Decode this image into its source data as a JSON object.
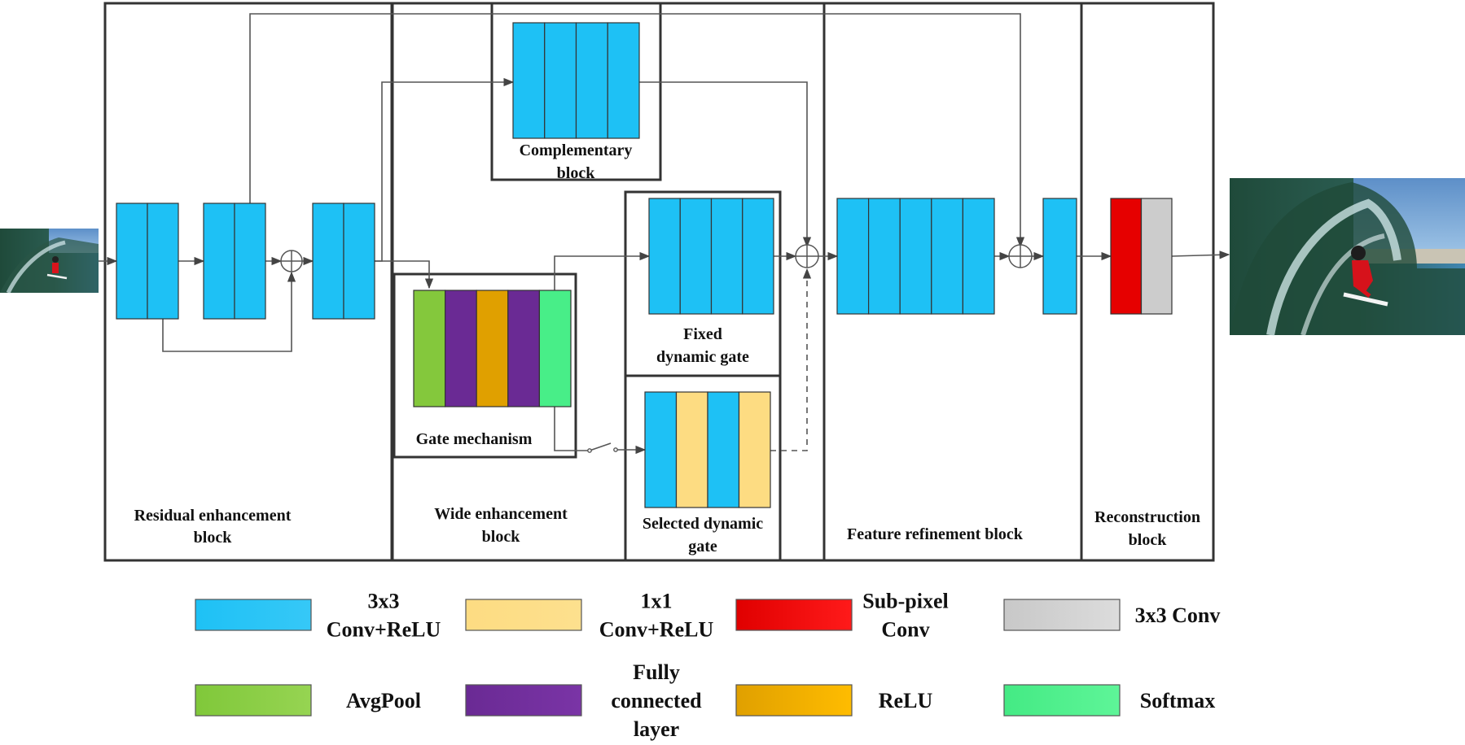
{
  "blocks": {
    "residual_1": "Residual enhancement",
    "residual_2": "block",
    "wide_1": "Wide enhancement",
    "wide_2": "block",
    "complementary_1": "Complementary",
    "complementary_2": "block",
    "fixed_1": "Fixed",
    "fixed_2": "dynamic gate",
    "gate": "Gate mechanism",
    "selected_1": "Selected dynamic",
    "selected_2": "gate",
    "refine": "Feature refinement block",
    "recon_1": "Reconstruction",
    "recon_2": "block"
  },
  "legend": [
    {
      "lines": [
        "3x3",
        "Conv+ReLU"
      ],
      "color": "#1ec1f5",
      "color_end": "#36c8f7"
    },
    {
      "lines": [
        "1x1",
        "Conv+ReLU"
      ],
      "color": "#fddc82",
      "color_end": "#fde08e"
    },
    {
      "lines": [
        "Sub-pixel",
        "Conv"
      ],
      "color": "#e00000",
      "color_end": "#ff1a1a"
    },
    {
      "lines": [
        "3x3 Conv"
      ],
      "color": "#c8c8c8",
      "color_end": "#dcdcdc"
    },
    {
      "lines": [
        "AvgPool"
      ],
      "color": "#80c83a",
      "color_end": "#96d452"
    },
    {
      "lines": [
        "Fully",
        "connected",
        "layer"
      ],
      "color": "#6a2a94",
      "color_end": "#7a34a6"
    },
    {
      "lines": [
        "ReLU"
      ],
      "color": "#e0a000",
      "color_end": "#ffbc00"
    },
    {
      "lines": [
        "Softmax"
      ],
      "color": "#44ea84",
      "color_end": "#5ef598"
    }
  ],
  "colors": {
    "conv_relu": "#1ec1f5",
    "conv1x1": "#fddc82",
    "subpixel": "#e60000",
    "conv3x3": "#cccccc",
    "avgpool": "#84c83c",
    "fc": "#6a2a94",
    "relu": "#e0a000",
    "softmax": "#48ee88",
    "border": "#333333"
  },
  "images": {
    "input": "surfer-photo-small",
    "output": "surfer-photo-large"
  }
}
